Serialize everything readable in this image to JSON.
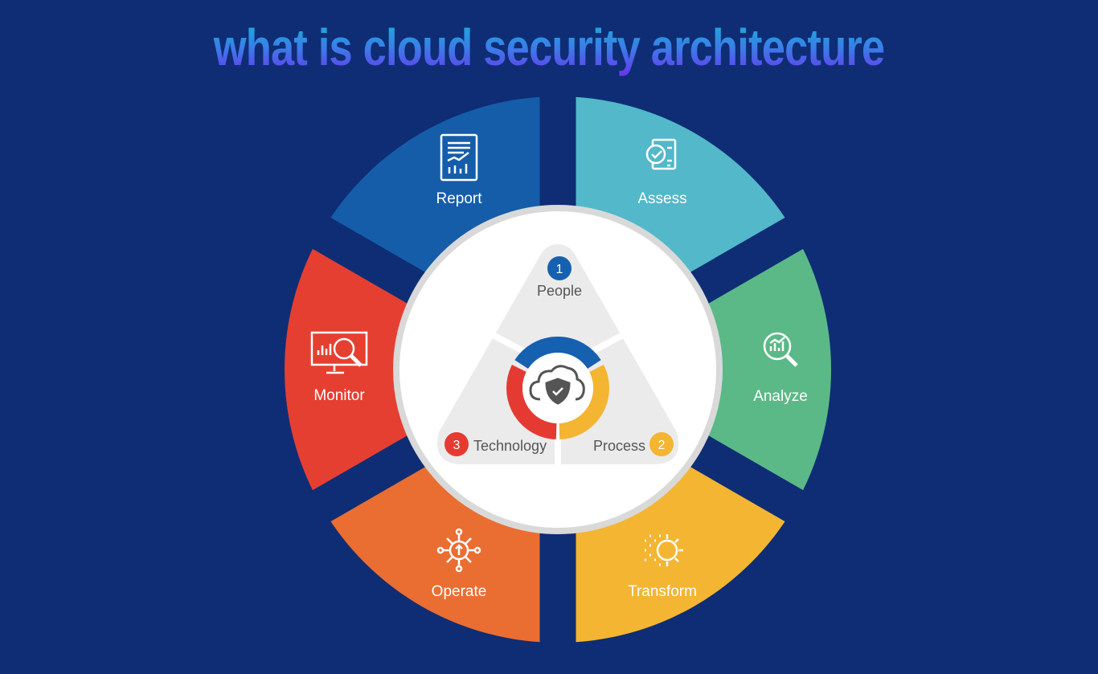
{
  "title": "what is cloud security architecture",
  "colors": {
    "background": "#0f2d74"
  },
  "segments": [
    {
      "label": "Assess",
      "color": "#52b8ca",
      "icon": "document-check-icon"
    },
    {
      "label": "Analyze",
      "color": "#5bb987",
      "icon": "magnifier-chart-icon"
    },
    {
      "label": "Transform",
      "color": "#f4b532",
      "icon": "gear-dots-icon"
    },
    {
      "label": "Operate",
      "color": "#ea6d31",
      "icon": "network-arrows-icon"
    },
    {
      "label": "Monitor",
      "color": "#e53f32",
      "icon": "monitor-search-icon"
    },
    {
      "label": "Report",
      "color": "#165da9",
      "icon": "report-chart-icon"
    }
  ],
  "pillars": [
    {
      "number": "1",
      "label": "People",
      "color": "#1660b0"
    },
    {
      "number": "2",
      "label": "Process",
      "color": "#f4b532"
    },
    {
      "number": "3",
      "label": "Technology",
      "color": "#e53a32"
    }
  ],
  "center_icon": "cloud-shield-check-icon"
}
